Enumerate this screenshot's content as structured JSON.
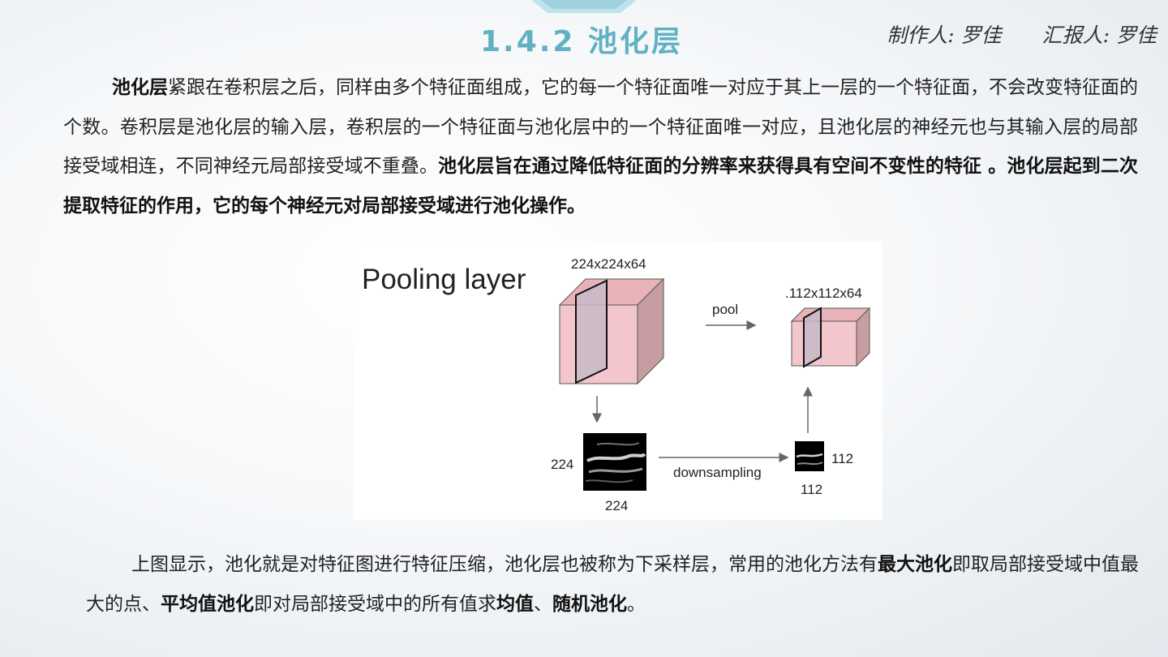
{
  "slide": {
    "title": "1.4.2 池化层",
    "credits": {
      "author": "制作人: 罗佳",
      "reporter": "汇报人: 罗佳"
    },
    "paragraph1": [
      {
        "text": "池化层",
        "bold": true
      },
      {
        "text": "紧跟在卷积层之后，同样由多个特征面组成，它的每一个特征面唯一对应于其上一层的一个特征面，不会改变特征面的个数。卷积层是池化层的输入层，卷积层的一个特征面与池化层中的一个特征面唯一对应，且池化层的神经元也与其输入层的局部接受域相连，不同神经元局部接受域不重叠。",
        "bold": false
      },
      {
        "text": "池化层旨在通过降低特征面的分辨率来获得具有空间不变性的特征 。池化层起到二次提取特征的作用，它的每个神经元对局部接受域进行池化操作。",
        "bold": true
      }
    ],
    "paragraph2": [
      {
        "text": "上图显示，池化就是对特征图进行特征压缩，池化层也被称为下采样层，常用的池化方法有",
        "bold": false
      },
      {
        "text": "最大池化",
        "bold": true
      },
      {
        "text": "即取局部接受域中值最大的点、",
        "bold": false
      },
      {
        "text": "平均值池化",
        "bold": true
      },
      {
        "text": "即对局部接受域中的所有值求",
        "bold": false
      },
      {
        "text": "均值",
        "bold": true
      },
      {
        "text": "、",
        "bold": false
      },
      {
        "text": "随机池化",
        "bold": true
      },
      {
        "text": "。",
        "bold": false
      }
    ],
    "figure": {
      "heading": "Pooling layer",
      "input_dims": "224x224x64",
      "output_dims": ".112x112x64",
      "pool_label": "pool",
      "downsampling_label": "downsampling",
      "input_side_left": "224",
      "input_side_bottom": "224",
      "output_side_right": "112",
      "output_side_bottom": "112"
    },
    "colors": {
      "title": "#5fb1c3",
      "cube_front": "#f2c6ca",
      "cube_side": "#c79da2",
      "cube_top": "#e7b3b8"
    }
  }
}
